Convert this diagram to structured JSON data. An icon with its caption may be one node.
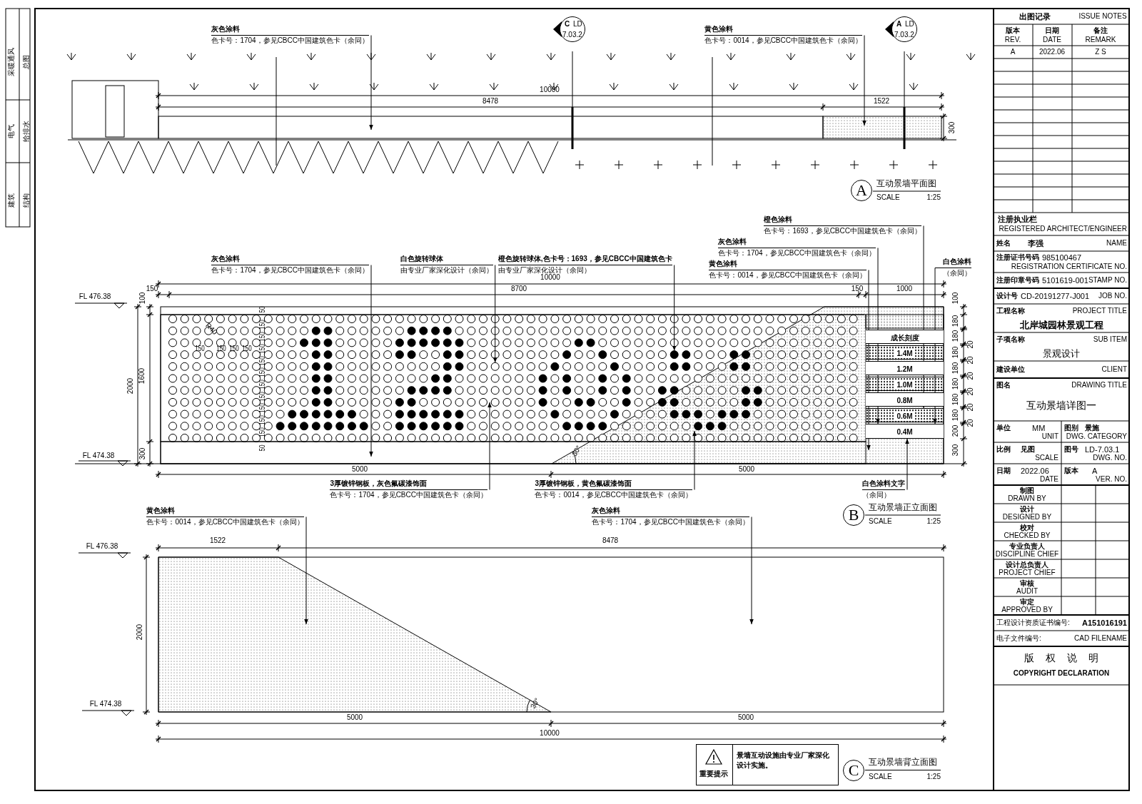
{
  "diagram": {
    "nodes": [
      {
        "text": [
          "灰色涂料",
          "色卡号：1704，参见CBCC中国建筑色卡（余同）"
        ]
      },
      {
        "text": [],
        "shape": "bar"
      },
      {
        "text": [
          "黄色涂料",
          "色卡号：0014，参见CBCC中国建筑色卡（余同）"
        ]
      },
      {
        "text": [],
        "shape": "bar"
      },
      {
        "text": [
          "C",
          "LD",
          "7.03.2"
        ]
      },
      {
        "text": [
          "A",
          "LD",
          "7.03.2"
        ]
      },
      {
        "text": [
          "A"
        ],
        "beside": [
          "互动景墙平面图",
          "SCALE",
          "1:25"
        ]
      },
      {
        "text": [
          "灰色涂料",
          "色卡号：1704，参见CBCC中国建筑色卡（余同）"
        ]
      },
      {
        "text": [
          "白色旋转球体",
          "由专业厂家深化设计（余同）"
        ]
      },
      {
        "text": [
          "橙色旋转球体,色卡号：1693，参见CBCC中国建筑色卡",
          "由专业厂家深化设计（余同）"
        ]
      },
      {
        "text": [
          "橙色涂料",
          "色卡号：1693，参见CBCC中国建筑色卡（余同）"
        ]
      },
      {
        "text": [
          "灰色涂料",
          "色卡号：1704，参见CBCC中国建筑色卡（余同）"
        ]
      },
      {
        "text": [
          "黄色涂料",
          "色卡号：0014，参见CBCC中国建筑色卡（余同）"
        ]
      },
      {
        "text": [
          "白色涂料",
          "（余同）"
        ]
      },
      {
        "text": [],
        "shape": "bar"
      },
      {
        "text": [],
        "shape": "box"
      },
      {
        "text": [],
        "shape": "circle",
        "in": 15
      },
      {
        "text": [],
        "shape": "circle",
        "in": 15
      },
      {
        "text": [],
        "shape": "triangle"
      },
      {
        "text": [],
        "shape": "bar",
        "in": 18
      },
      {
        "text": [
          "成长刻度"
        ],
        "in": 18
      },
      {
        "text": [
          "1.4M"
        ],
        "in": 18
      },
      {
        "text": [
          "1.2M"
        ],
        "in": 18
      },
      {
        "text": [
          "1.0M"
        ],
        "in": 18
      },
      {
        "text": [
          "0.8M"
        ],
        "in": 18
      },
      {
        "text": [
          "0.6M"
        ],
        "in": 18
      },
      {
        "text": [
          "0.4M"
        ],
        "in": 18
      },
      {
        "text": [
          "3厚镀锌钢板，灰色氟碳漆饰面",
          "色卡号：1704，参见CBCC中国建筑色卡（余同）"
        ]
      },
      {
        "text": [
          "3厚镀锌钢板，黄色氟碳漆饰面",
          "色卡号：0014，参见CBCC中国建筑色卡（余同）"
        ]
      },
      {
        "text": [
          "白色涂料文字",
          "（余同）"
        ]
      },
      {
        "text": [
          "B"
        ],
        "beside": [
          "互动景墙正立面图",
          "SCALE",
          "1:25"
        ]
      },
      {
        "text": [
          "黄色涂料",
          "色卡号：0014，参见CBCC中国建筑色卡（余同）"
        ]
      },
      {
        "text": [
          "灰色涂料",
          "色卡号：1704，参见CBCC中国建筑色卡（余同）"
        ]
      },
      {
        "text": [],
        "shape": "box"
      },
      {
        "text": [],
        "shape": "triangle",
        "in": 33
      },
      {
        "text": [
          "重要提示",
          "景墙互动设施由专业厂家深化设计实施。"
        ]
      },
      {
        "text": [
          "C"
        ],
        "beside": [
          "互动景墙背立面图",
          "SCALE",
          "1:25"
        ]
      }
    ],
    "edges": [
      {
        "from": 0,
        "to": 1,
        "arrow": "to"
      },
      {
        "from": 2,
        "to": 3,
        "arrow": "to"
      },
      {
        "from": 7,
        "to": 14,
        "arrow": "to"
      },
      {
        "from": 8,
        "to": 16,
        "arrow": "to"
      },
      {
        "from": 9,
        "to": 17,
        "arrow": "to"
      },
      {
        "from": 10,
        "to": 25,
        "arrow": "to"
      },
      {
        "from": 11,
        "to": 26,
        "arrow": "to"
      },
      {
        "from": 12,
        "to": 18,
        "arrow": "to"
      },
      {
        "from": 13,
        "to": 26,
        "arrow": "to"
      },
      {
        "from": 27,
        "to": 15,
        "arrow": "to"
      },
      {
        "from": 28,
        "to": 18,
        "arrow": "to"
      },
      {
        "from": 29,
        "to": 26,
        "arrow": "to"
      },
      {
        "from": 31,
        "to": 34,
        "arrow": "to"
      },
      {
        "from": 32,
        "to": 33,
        "arrow": "to"
      }
    ],
    "labels": [
      "采暖通风",
      "总图",
      "电气",
      "给排水",
      "建筑",
      "结构",
      "10000",
      "8478",
      "1522",
      "300",
      "FL 476.38",
      "150",
      "10000",
      "8700",
      "150",
      "1000",
      "100",
      "100",
      "R40",
      "150",
      "150",
      "150",
      "150",
      "50",
      "150",
      "150",
      "150",
      "150",
      "150",
      "150",
      "150",
      "150",
      "150",
      "150",
      "50",
      "1600",
      "2000",
      "300",
      "FL 474.38",
      "30°",
      "180",
      "180",
      "20",
      "180",
      "20",
      "180",
      "20",
      "180",
      "20",
      "180",
      "20",
      "180",
      "20",
      "200",
      "300",
      "5000",
      "5000",
      "FL 476.38",
      "1522",
      "8478",
      "2000",
      "FL 474.38",
      "30°",
      "5000",
      "5000",
      "10000",
      "出图记录",
      "ISSUE NOTES",
      "版本",
      "REV.",
      "日期",
      "DATE",
      "备注",
      "REMARK",
      "A",
      "2022.06",
      "Z S",
      "注册执业栏",
      "REGISTERED ARCHITECT/ENGINEER",
      "姓名",
      "李强",
      "NAME",
      "注册证书号码",
      "985100467",
      "REGISTRATION CERTIFICATE NO.",
      "注册印章号码",
      "5101619-001",
      "STAMP NO.",
      "设计号",
      "CD-20191277-J001",
      "JOB NO.",
      "工程名称",
      "PROJECT TITLE",
      "北岸城园林景观工程",
      "子项名称",
      "SUB ITEM",
      "景观设计",
      "建设单位",
      "CLIENT",
      "图名",
      "DRAWING TITLE",
      "互动景墙详图一",
      "单位",
      "MM",
      "UNIT",
      "图别",
      "景施",
      "DWG. CATEGORY",
      "比例",
      "见图",
      "SCALE",
      "图号",
      "LD-7.03.1",
      "DWG. NO.",
      "日期",
      "2022.06",
      "DATE",
      "版本",
      "A",
      "VER. NO.",
      "制图",
      "DRAWN BY",
      "设计",
      "DESIGNED BY",
      "校对",
      "CHECKED BY",
      "专业负责人",
      "DISCIPLINE CHIEF",
      "设计总负责人",
      "PROJECT CHIEF",
      "审核",
      "AUDIT",
      "审定",
      "APPROVED BY",
      "工程设计资质证书编号:",
      "A151016191",
      "电子文件编号:",
      "CAD FILENAME",
      "版权说明",
      "COPYRIGHT DECLARATION"
    ]
  }
}
